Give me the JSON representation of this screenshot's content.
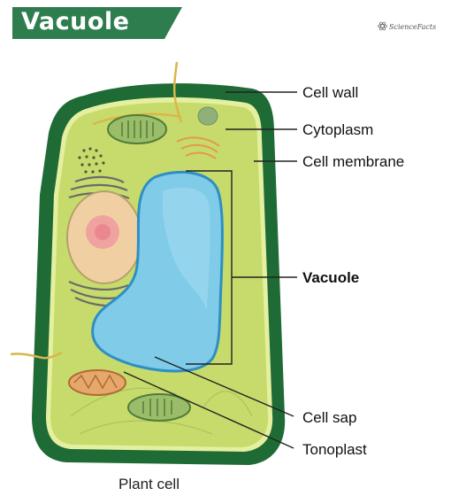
{
  "header": {
    "title": "Vacuole",
    "brand": "ScienceFacts",
    "brand_icon": "atom-icon"
  },
  "labels": {
    "cell_wall": "Cell wall",
    "cytoplasm": "Cytoplasm",
    "cell_membrane": "Cell membrane",
    "vacuole": "Vacuole",
    "cell_sap": "Cell sap",
    "tonoplast": "Tonoplast"
  },
  "caption": "Plant cell",
  "colors": {
    "banner": "#2e7d4f",
    "cell_wall": "#1f6b35",
    "cytoplasm": "#c8dc6e",
    "membrane": "#e8f2a0",
    "vacuole": "#7fcbe8",
    "vacuole_edge": "#2f8fc2",
    "nucleus": "#f3c8a0"
  }
}
